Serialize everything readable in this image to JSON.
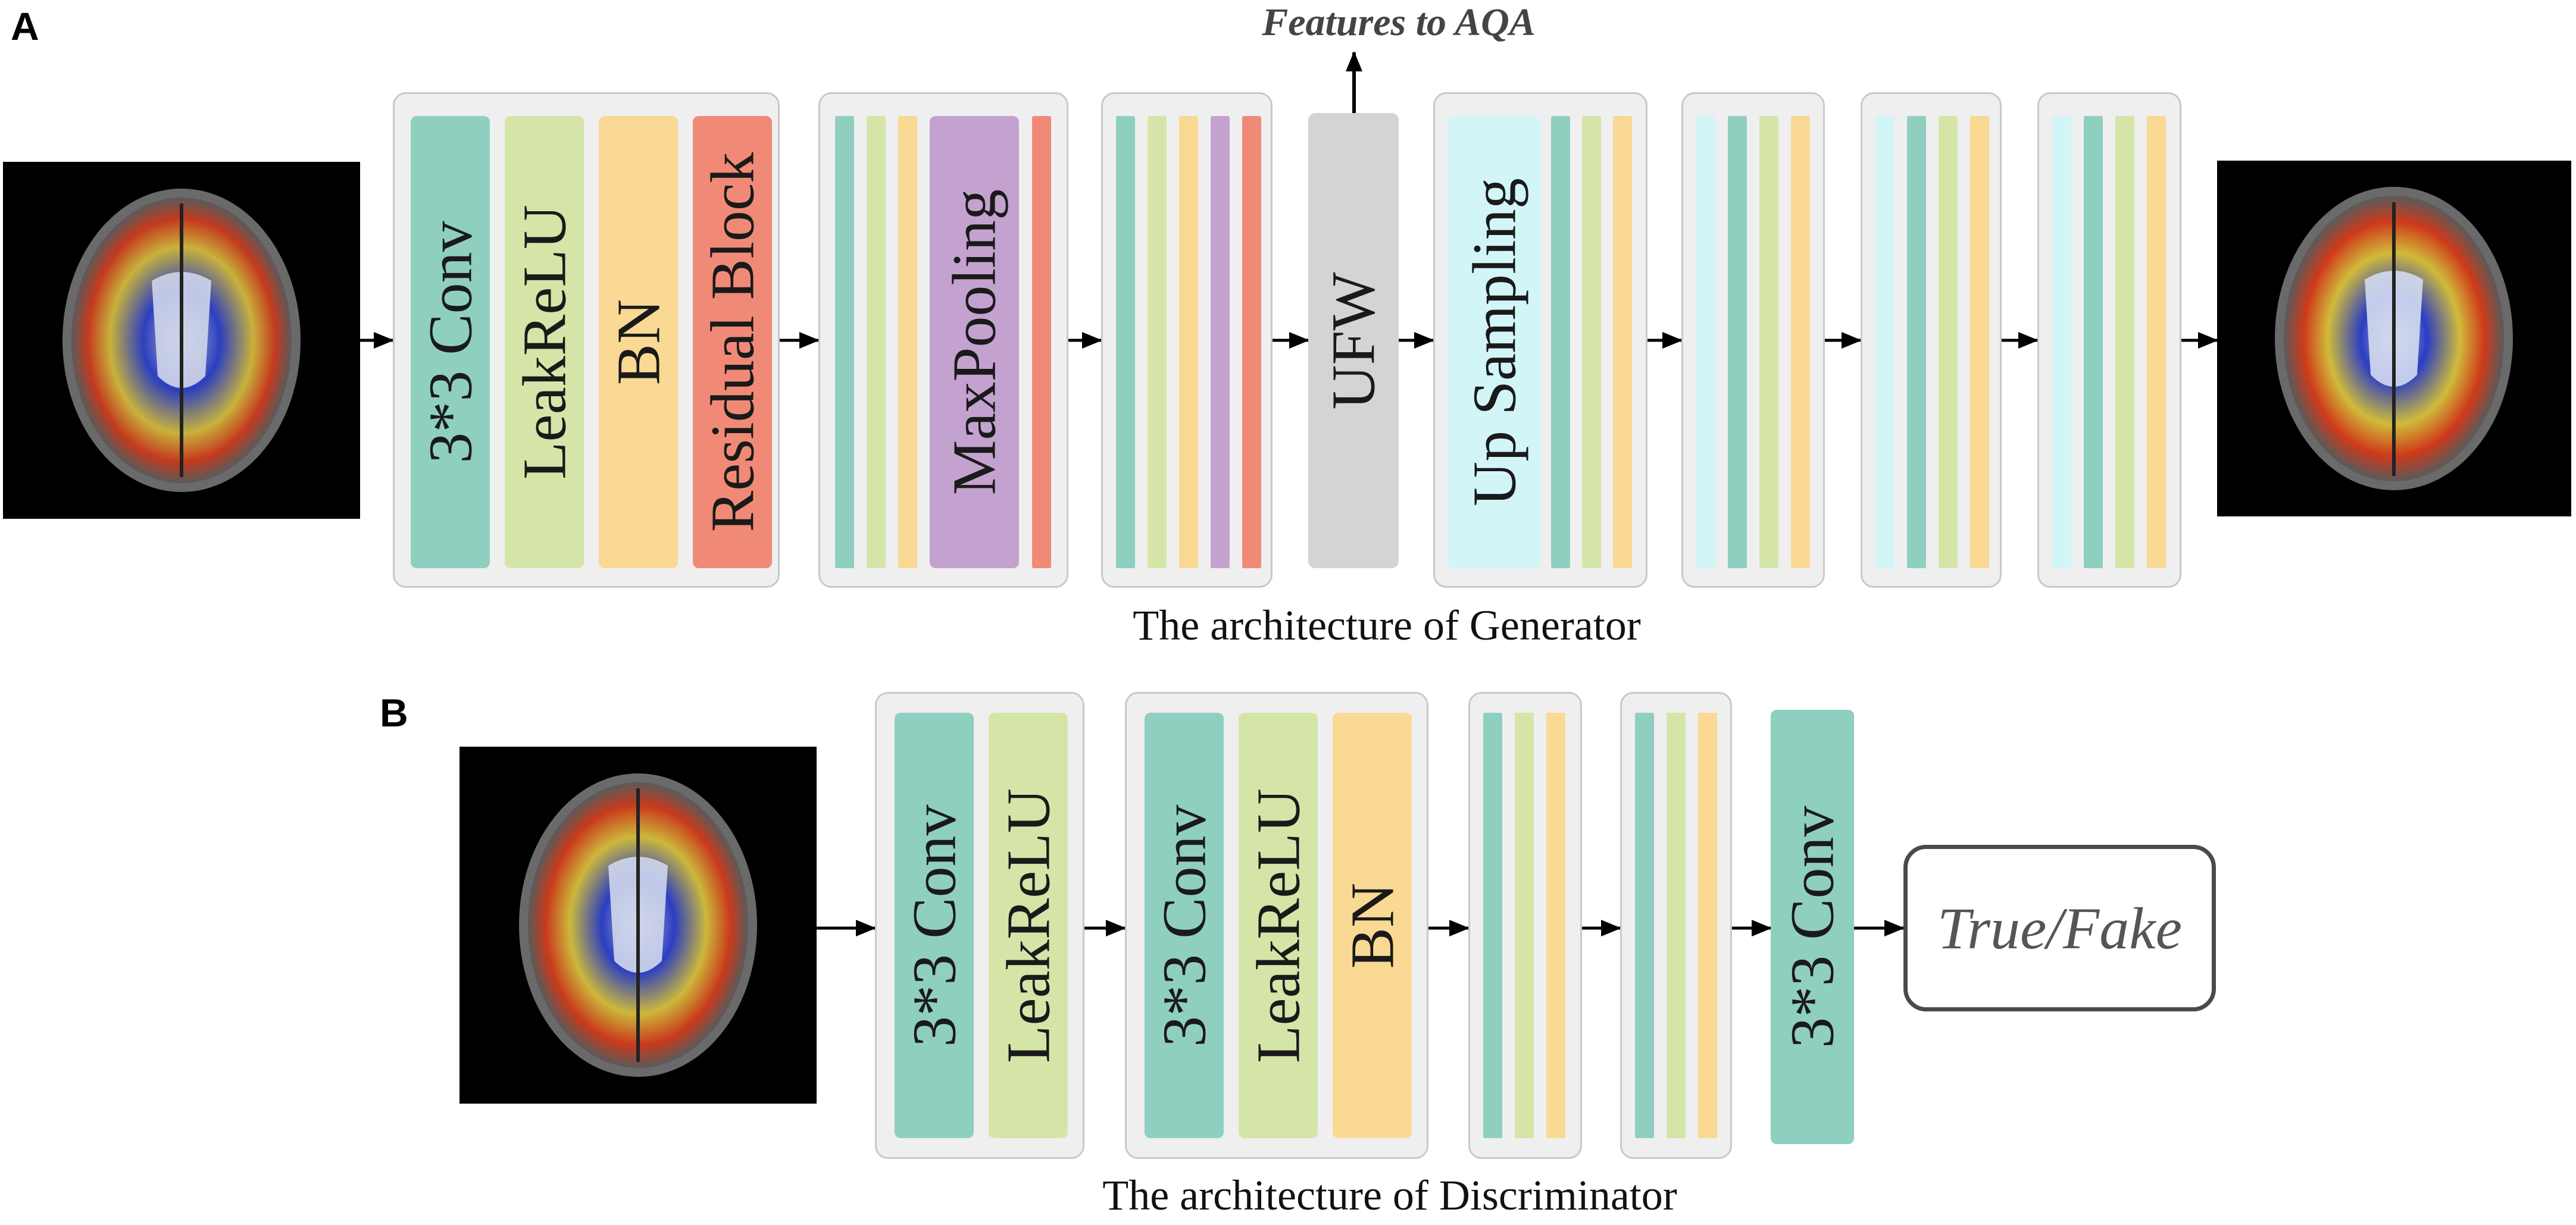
{
  "panels": {
    "a": "A",
    "b": "B"
  },
  "generator": {
    "caption": "The architecture of Generator",
    "feature_output": "Features to AQA",
    "block1": {
      "conv": "3*3 Conv",
      "act": "LeakReLU",
      "norm": "BN",
      "res": "Residual Block"
    },
    "pool": "MaxPooling",
    "ufw": "UFW",
    "upsample": "Up Sampling"
  },
  "discriminator": {
    "caption": "The architecture of Discriminator",
    "block1": {
      "conv": "3*3 Conv",
      "act": "LeakReLU"
    },
    "block2": {
      "conv": "3*3 Conv",
      "act": "LeakReLU",
      "norm": "BN"
    },
    "final_conv": "3*3 Conv",
    "output": "True/Fake"
  },
  "colors": {
    "conv": "#8fcfc0",
    "leakrelu": "#d5e5a8",
    "bn": "#f9d993",
    "residual": "#f08a77",
    "maxpool": "#c4a2cf",
    "ufw": "#d4d4d4",
    "upsample": "#d2f5f8",
    "module_bg": "#efefef",
    "arrow": "#000000"
  }
}
